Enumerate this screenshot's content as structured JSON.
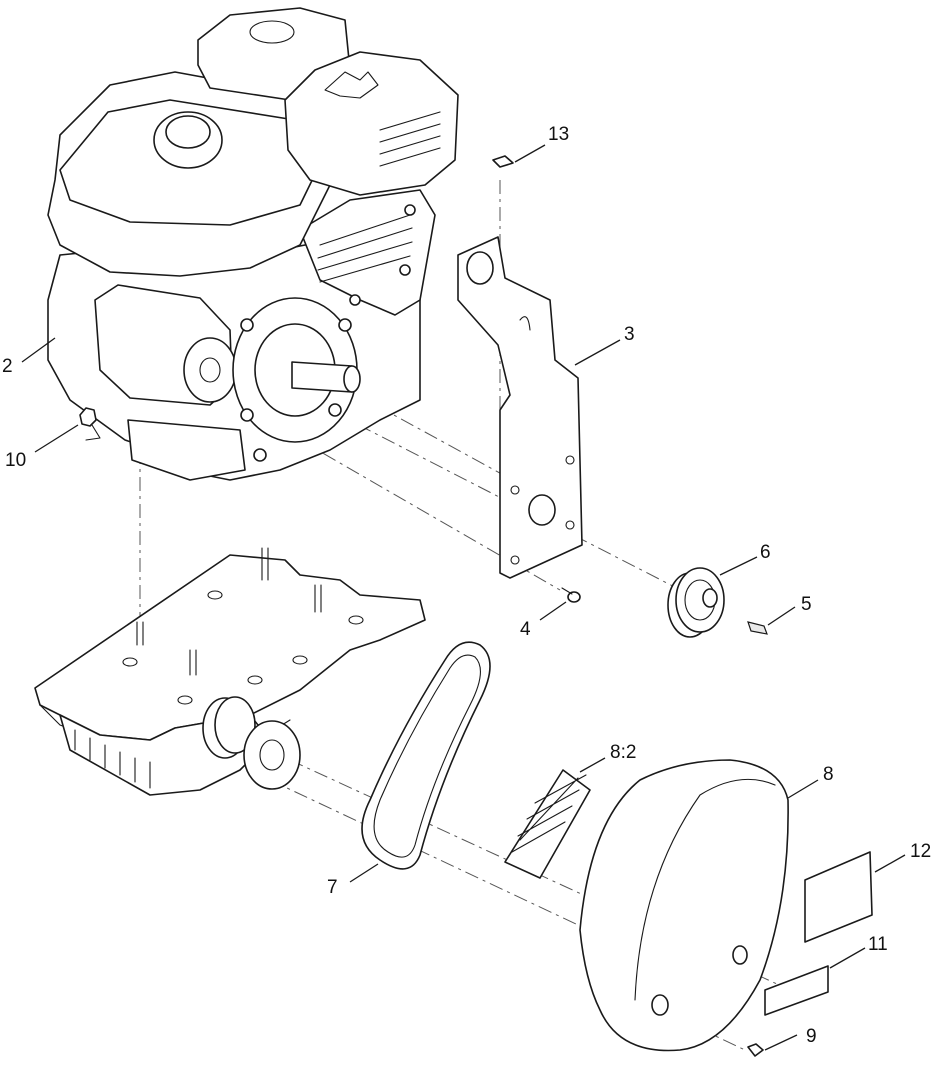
{
  "callouts": [
    {
      "id": "c1",
      "label": "13"
    },
    {
      "id": "c2",
      "label": "2"
    },
    {
      "id": "c3",
      "label": "3"
    },
    {
      "id": "c4",
      "label": "10"
    },
    {
      "id": "c5",
      "label": "6"
    },
    {
      "id": "c6",
      "label": "5"
    },
    {
      "id": "c7",
      "label": "4"
    },
    {
      "id": "c8",
      "label": "8:2"
    },
    {
      "id": "c9",
      "label": "8"
    },
    {
      "id": "c10",
      "label": "12"
    },
    {
      "id": "c11",
      "label": "7"
    },
    {
      "id": "c12",
      "label": "11"
    },
    {
      "id": "c13",
      "label": "9"
    }
  ]
}
